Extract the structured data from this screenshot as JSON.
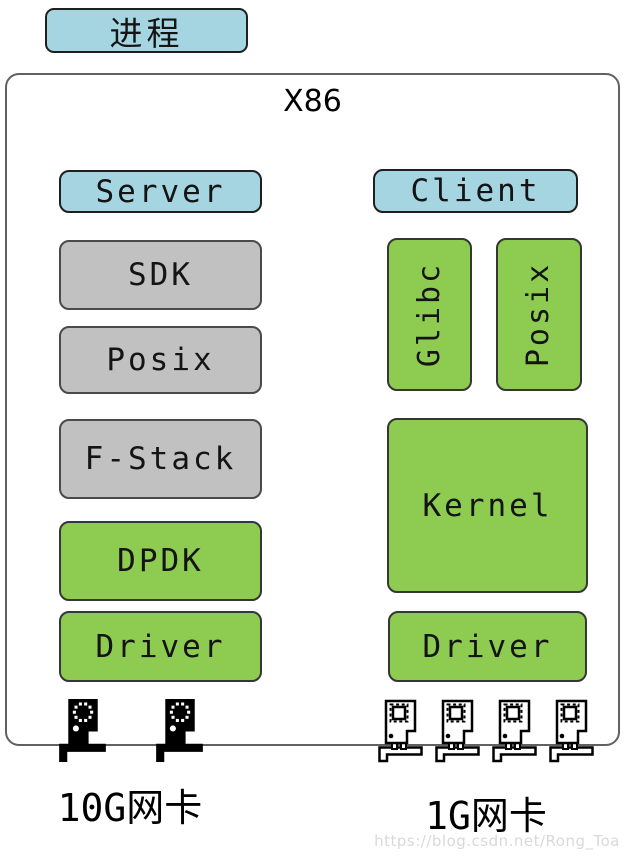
{
  "process_box": {
    "label": "进程"
  },
  "frame": {
    "title": "X86"
  },
  "server_stack": {
    "server": "Server",
    "sdk": "SDK",
    "posix": "Posix",
    "fstack": "F-Stack",
    "dpdk": "DPDK",
    "driver": "Driver"
  },
  "client_stack": {
    "client": "Client",
    "glibc": "Glibc",
    "posix": "Posix",
    "kernel": "Kernel",
    "driver": "Driver"
  },
  "nic_groups": {
    "left": {
      "label": "10G网卡",
      "count": 2,
      "icon": "nic-card-solid-icon"
    },
    "right": {
      "label": "1G网卡",
      "count": 4,
      "icon": "nic-card-outline-icon"
    }
  },
  "watermark": "https://blog.csdn.net/Rong_Toa",
  "colors": {
    "blue": "#a6d5e2",
    "gray": "#c1c1c1",
    "green": "#8ecb51",
    "frame_border": "#616161",
    "watermark_gray": "#d9d9d9"
  }
}
